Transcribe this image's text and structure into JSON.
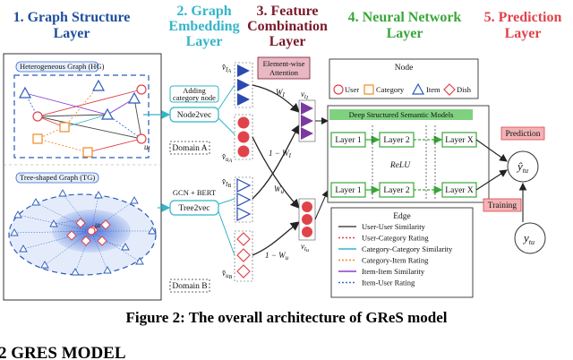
{
  "layers": [
    {
      "title": "1. Graph Structure",
      "sub": "Layer",
      "color": "#1f4e9c"
    },
    {
      "title": "2. Graph",
      "sub": "Embedding",
      "sub2": "Layer",
      "color": "#33b5c8"
    },
    {
      "title": "3. Feature",
      "sub": "Combination",
      "sub2": "Layer",
      "color": "#7a1a2a"
    },
    {
      "title": "4. Neural Network",
      "sub": "Layer",
      "color": "#3aa63a"
    },
    {
      "title": "5. Prediction",
      "sub": "Layer",
      "color": "#e0434a"
    }
  ],
  "graph_layer": {
    "hug_label": "Heterogeneous Graph (HG)",
    "tsg_label": "Tree-shaped Graph (TG)",
    "domain_a": "Domain A",
    "domain_b": "Domain B"
  },
  "embedding_layer": {
    "adding_node": "Adding",
    "adding_node2": "category node",
    "node2vec": "Node2vec",
    "gcn_bert": "GCN + BERT",
    "tree2vec": "Tree2vec",
    "v_i_a": "v̂",
    "v_u_a": "v̂",
    "v_i_b": "v̂",
    "v_u_b": "v̂"
  },
  "combination_layer": {
    "attention": "Element-wise",
    "attention2": "Attention",
    "w_i": "W",
    "one_minus_w_i": "1 − W",
    "w_u": "W",
    "one_minus_w_u": "1 − W",
    "v_ti": "v",
    "v_tu": "v"
  },
  "node_legend": {
    "title": "Node",
    "items": [
      {
        "label": "User",
        "color": "#e0434a",
        "shape": "circle"
      },
      {
        "label": "Category",
        "color": "#f08a24",
        "shape": "square"
      },
      {
        "label": "Item",
        "color": "#2a5ab8",
        "shape": "triangle"
      },
      {
        "label": "Dish",
        "color": "#e0434a",
        "shape": "diamond"
      }
    ]
  },
  "neural_layer": {
    "dssm": "Deep Structured Semantic Models",
    "layer1": "Layer 1",
    "layer2": "Layer 2",
    "layerx": "Layer X",
    "relu": "ReLU"
  },
  "prediction_layer": {
    "prediction": "Prediction",
    "training": "Training",
    "y_hat": "ŷ",
    "y": "y",
    "sub": "tu"
  },
  "edge_legend": {
    "title": "Edge",
    "items": [
      {
        "label": "User-User Similarity",
        "color": "#4a4a4a",
        "style": "solid"
      },
      {
        "label": "User-Category Rating",
        "color": "#e0434a",
        "style": "dotted"
      },
      {
        "label": "Category-Category Similarity",
        "color": "#33b5c8",
        "style": "solid"
      },
      {
        "label": "Category-Item Rating",
        "color": "#f08a24",
        "style": "dotted"
      },
      {
        "label": "Item-Item Similarity",
        "color": "#8a3ad6",
        "style": "solid"
      },
      {
        "label": "Item-User Rating",
        "color": "#3a6ad6",
        "style": "dotted"
      }
    ]
  },
  "caption": "Figure 2: The overall architecture of GReS model",
  "section_heading": "2    GRES MODEL"
}
